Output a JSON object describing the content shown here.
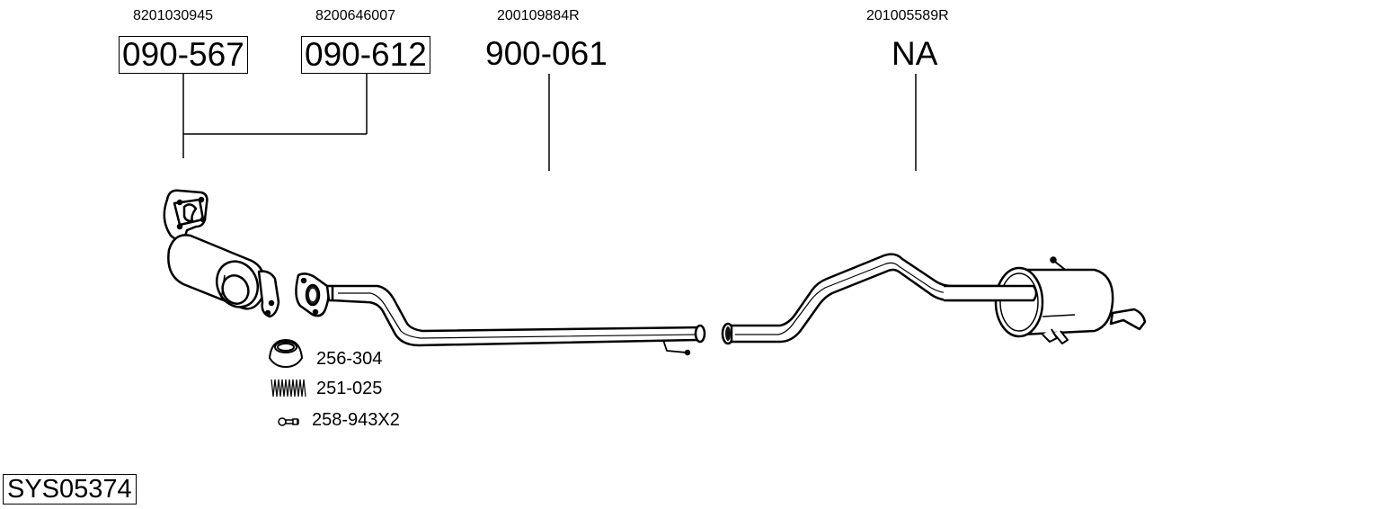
{
  "diagram": {
    "system_code": "SYS05374",
    "parts": [
      {
        "oem": "8201030945",
        "number": "090-567",
        "boxed": true
      },
      {
        "oem": "8200646007",
        "number": "090-612",
        "boxed": true
      },
      {
        "oem": "200109884R",
        "number": "900-061",
        "boxed": false
      },
      {
        "oem": "201005589R",
        "number": "NA",
        "boxed": false
      }
    ],
    "accessories": [
      {
        "number": "256-304",
        "icon": "gasket-ring-icon"
      },
      {
        "number": "251-025",
        "icon": "spring-icon"
      },
      {
        "number": "258-943X2",
        "icon": "bolt-icon"
      }
    ],
    "components": [
      {
        "name": "catalytic-converter",
        "ref": "090-567 / 090-612"
      },
      {
        "name": "front-pipe",
        "ref": "900-061"
      },
      {
        "name": "rear-muffler",
        "ref": "NA"
      }
    ]
  }
}
